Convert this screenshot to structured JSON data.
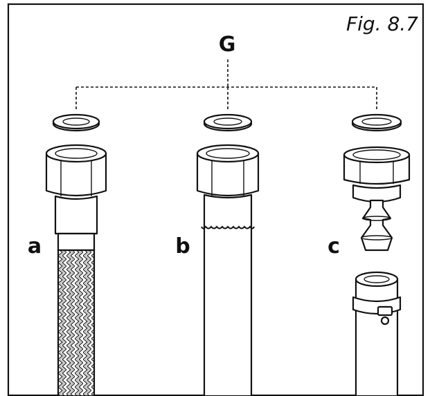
{
  "figure": {
    "title": "Fig. 8.7",
    "group_label": "G",
    "hoses": [
      {
        "label": "a"
      },
      {
        "label": "b"
      },
      {
        "label": "c"
      }
    ]
  }
}
